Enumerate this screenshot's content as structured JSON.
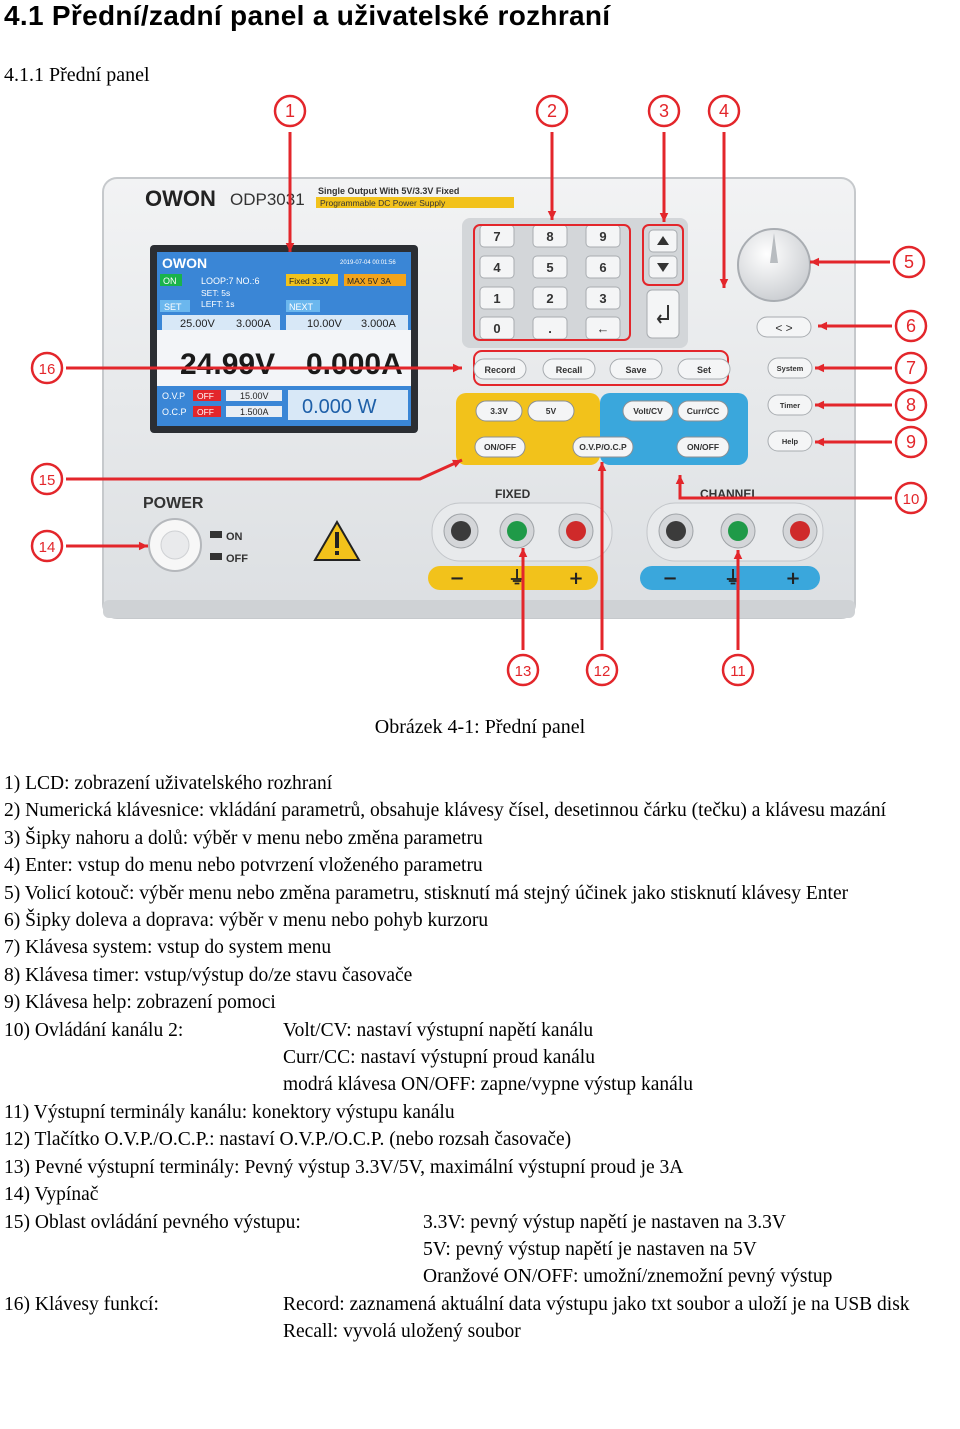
{
  "heading": "4.1 Přední/zadní panel a uživatelské rozhraní",
  "subheading": "4.1.1 Přední panel",
  "figure": {
    "brand": "OWON",
    "model": "ODP3031",
    "subtitle_line1": "Single Output With 5V/3.3V Fixed",
    "subtitle_line2": "Programmable DC Power Supply",
    "lcd": {
      "logo": "OWON",
      "date": "2019-07-04 00:01:56",
      "on": "ON",
      "loop": "LOOP:7   NO.:6",
      "fixed": "Fixed 3.3V",
      "max": "MAX  5V  3A",
      "set": "SET",
      "set_time": "SET:   5s",
      "left_time": "LEFT:  1s",
      "next": "NEXT",
      "set_v": "25.00V",
      "set_a": "3.000A",
      "next_v": "10.00V",
      "next_a": "3.000A",
      "volt": "24.99V",
      "amp": "0.000A",
      "ovp": "O.V.P",
      "ocp": "O.C.P",
      "ovp_state": "OFF",
      "ocp_state": "OFF",
      "ovp_val": "15.00V",
      "ocp_val": "1.500A",
      "power": "0.000 W"
    },
    "keypad": [
      "7",
      "8",
      "9",
      "4",
      "5",
      "6",
      "1",
      "2",
      "3",
      "0",
      ".",
      "←"
    ],
    "func_keys": [
      "Record",
      "Recall",
      "Save",
      "Set"
    ],
    "side_keys": [
      "System",
      "Timer",
      "Help"
    ],
    "fixed_keys": [
      "3.3V",
      "5V",
      "ON/OFF"
    ],
    "channel_keys": [
      "Volt/CV",
      "Curr/CC",
      "ON/OFF"
    ],
    "ovp_key": "O.V.P/O.C.P",
    "fixed_label": "FIXED",
    "channel_label": "CHANNEL",
    "power_label": "POWER",
    "on_label": "ON",
    "off_label": "OFF",
    "callouts": [
      "1",
      "2",
      "3",
      "4",
      "5",
      "6",
      "7",
      "8",
      "9",
      "10",
      "11",
      "12",
      "13",
      "14",
      "15",
      "16"
    ],
    "colors": {
      "callout_red": "#e3262b",
      "fixed_yellow": "#f2c21b",
      "channel_blue": "#3aa7dc",
      "lcd_blue": "#2f8ed8"
    }
  },
  "caption": "Obrázek 4-1: Přední panel",
  "items": [
    "1) LCD: zobrazení uživatelského rozhraní",
    "2) Numerická klávesnice: vkládání parametrů, obsahuje klávesy čísel, desetinnou čárku (tečku) a klávesu mazání",
    "3) Šipky nahoru a dolů: výběr v menu nebo změna parametru",
    "4) Enter: vstup do menu nebo potvrzení vloženého parametru",
    "5) Volicí kotouč: výběr menu nebo změna parametru, stisknutí má stejný účinek jako stisknutí klávesy Enter",
    "6) Šipky doleva a doprava: výběr v menu nebo pohyb kurzoru",
    "7) Klávesa system: vstup do system menu",
    "8) Klávesa timer: vstup/výstup do/ze stavu časovače",
    "9) Klávesa help: zobrazení pomoci"
  ],
  "item10": {
    "label": "10) Ovládání kanálu 2:",
    "lines": [
      "Volt/CV: nastaví výstupní napětí kanálu",
      "Curr/CC: nastaví výstupní proud kanálu",
      "modrá klávesa ON/OFF: zapne/vypne výstup kanálu"
    ]
  },
  "items_mid": [
    "11) Výstupní terminály kanálu: konektory výstupu kanálu",
    "12) Tlačítko O.V.P./O.C.P.: nastaví O.V.P./O.C.P. (nebo rozsah časovače)",
    "13) Pevné výstupní terminály: Pevný výstup 3.3V/5V, maximální výstupní proud je 3A",
    "14) Vypínač"
  ],
  "item15": {
    "label": "15) Oblast ovládání pevného výstupu:",
    "lines": [
      "3.3V: pevný výstup napětí je nastaven na 3.3V",
      "5V: pevný výstup napětí je nastaven na 5V",
      "Oranžové ON/OFF: umožní/znemožní pevný výstup"
    ]
  },
  "item16": {
    "label": "16) Klávesy funkcí:",
    "lines": [
      "Record: zaznamená aktuální data výstupu jako txt soubor a uloží je na USB disk",
      "Recall: vyvolá uložený soubor"
    ]
  }
}
